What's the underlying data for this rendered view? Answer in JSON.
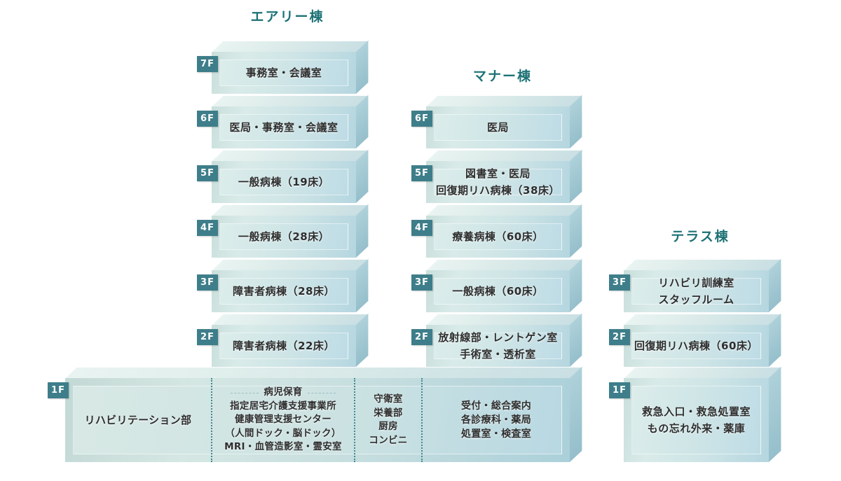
{
  "colors": {
    "background": "#ffffff",
    "building_title": "#1d7276",
    "floor_label_bg": "#3e7e8a",
    "floor_label_text": "#ffffff",
    "room_text": "#2e2e2e",
    "box_face_light": "#d9ebe9",
    "box_face_dark": "#b5d6e0",
    "box_right_face": "#aed1da",
    "dotted_divider": "#3f8894"
  },
  "buildings": [
    {
      "id": "airy",
      "title": "エアリー棟",
      "floors": [
        {
          "label": "7F",
          "lines": [
            "事務室・会議室"
          ]
        },
        {
          "label": "6F",
          "lines": [
            "医局・事務室・会議室"
          ]
        },
        {
          "label": "5F",
          "lines": [
            "一般病棟（19床）"
          ]
        },
        {
          "label": "4F",
          "lines": [
            "一般病棟（28床）"
          ]
        },
        {
          "label": "3F",
          "lines": [
            "障害者病棟（28床）"
          ]
        },
        {
          "label": "2F",
          "lines": [
            "障害者病棟（22床）"
          ]
        }
      ]
    },
    {
      "id": "manner",
      "title": "マナー棟",
      "floors": [
        {
          "label": "6F",
          "lines": [
            "医局"
          ]
        },
        {
          "label": "5F",
          "lines": [
            "図書室・医局",
            "回復期リハ病棟（38床）"
          ]
        },
        {
          "label": "4F",
          "lines": [
            "療養病棟（60床）"
          ]
        },
        {
          "label": "3F",
          "lines": [
            "一般病棟（60床）"
          ]
        },
        {
          "label": "2F",
          "lines": [
            "放射線部・レントゲン室",
            "手術室・透析室"
          ]
        }
      ]
    },
    {
      "id": "terrace",
      "title": "テラス棟",
      "floors": [
        {
          "label": "3F",
          "lines": [
            "リハビリ訓練室",
            "スタッフルーム"
          ]
        },
        {
          "label": "2F",
          "lines": [
            "回復期リハ病棟（60床）"
          ]
        },
        {
          "label": "1F",
          "lines": [
            "救急入口・救急処置室",
            "もの忘れ外来・薬庫"
          ]
        }
      ]
    }
  ],
  "ground_floor": {
    "label": "1F",
    "sections": [
      {
        "lines": [
          "リハビリテーション部"
        ]
      },
      {
        "first_line_flanked": true,
        "lines": [
          "病児保育",
          "指定居宅介護支援事業所",
          "健康管理支援センター",
          "（人間ドック・脳ドック）",
          "MRI・血管造影室・霊安室"
        ]
      },
      {
        "lines": [
          "守衛室",
          "栄養部",
          "厨房",
          "コンビニ"
        ]
      },
      {
        "lines": [
          "受付・総合案内",
          "各診療科・薬局",
          "処置室・検査室"
        ]
      }
    ]
  }
}
